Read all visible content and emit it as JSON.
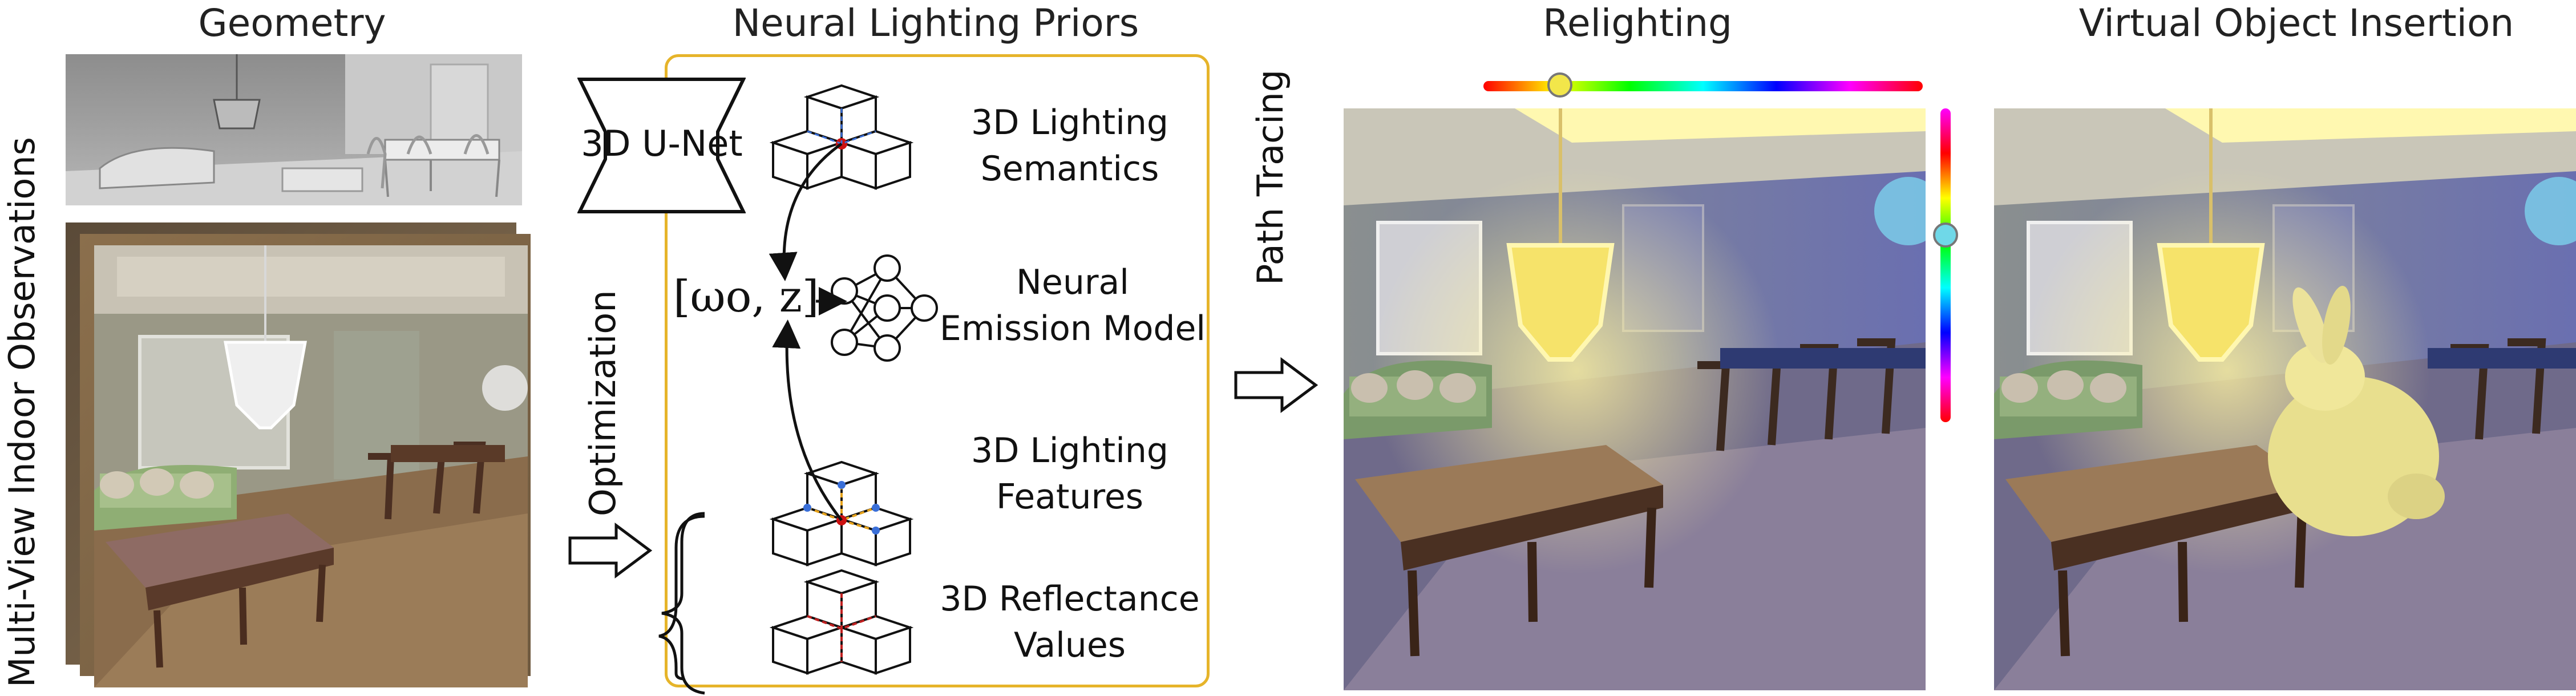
{
  "titles": {
    "geometry": "Geometry",
    "priors": "Neural Lighting Priors",
    "relighting": "Relighting",
    "insertion": "Virtual Object Insertion"
  },
  "side_labels": {
    "observations": "Multi-View Indoor Observations",
    "optimization": "Optimization",
    "path_tracing": "Path Tracing"
  },
  "network": {
    "unet": "3D U-Net",
    "formula": "[ωo, z]"
  },
  "feature_labels": {
    "semantics_l1": "3D Lighting",
    "semantics_l2": "Semantics",
    "emission_l1": "Neural",
    "emission_l2": "Emission Model",
    "features_l1": "3D Lighting",
    "features_l2": "Features",
    "reflectance_l1": "3D Reflectance",
    "reflectance_l2": "Values"
  },
  "colors": {
    "priors_box_border": "#e6b42a",
    "slider_knob_yellow": "#f2e64a",
    "slider_knob_cyan": "#6fd8e8",
    "emission_point": "#cc1111",
    "feature_points": "#3a6fd8",
    "reflectance_lines": "#c02020"
  }
}
